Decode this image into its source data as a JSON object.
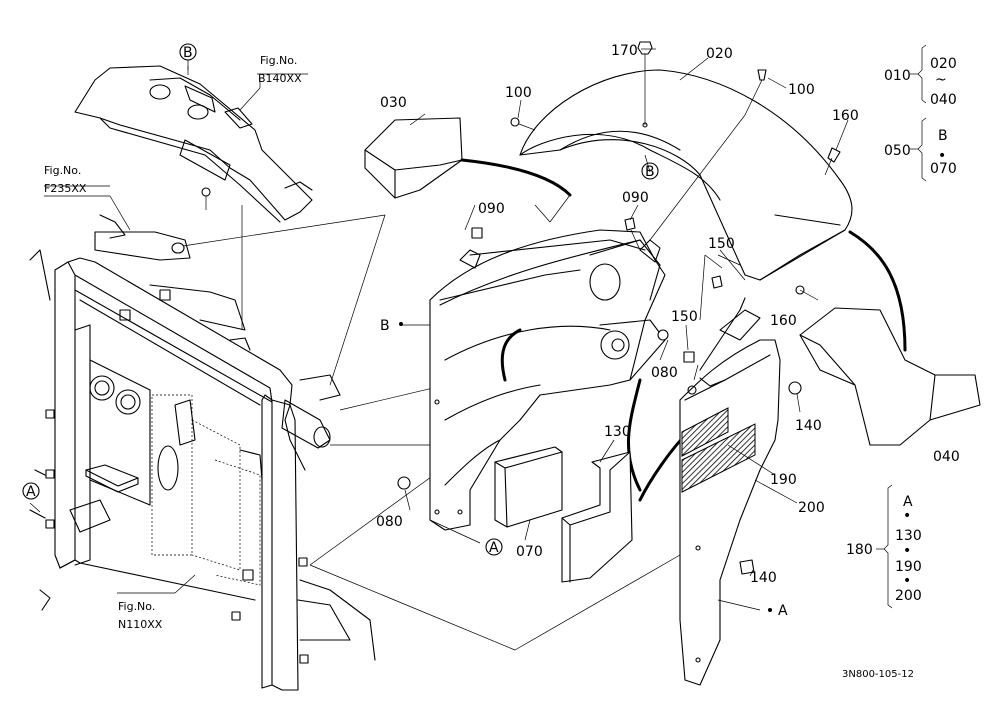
{
  "figure_refs": {
    "b140": {
      "line1": "Fig.No.",
      "line2": "B140XX"
    },
    "f235": {
      "line1": "Fig.No.",
      "line2": "F235XX"
    },
    "n110": {
      "line1": "Fig.No.",
      "line2": "N110XX"
    }
  },
  "parts": {
    "p010": "010",
    "p020": "020",
    "p020b": "020",
    "p030": "030",
    "p040": "040",
    "p040b": "040",
    "p050": "050",
    "p070": "070",
    "p070b": "070",
    "p080a": "080",
    "p080b": "080",
    "p090a": "090",
    "p090b": "090",
    "p100a": "100",
    "p100b": "100",
    "p130": "130",
    "p130b": "130",
    "p140a": "140",
    "p140b": "140",
    "p150a": "150",
    "p150b": "150",
    "p160a": "160",
    "p160b": "160",
    "p170": "170",
    "p180": "180",
    "p190": "190",
    "p190b": "190",
    "p200": "200",
    "p200b": "200"
  },
  "markers": {
    "A": "A",
    "B": "B",
    "tilde": "~",
    "dot": "•"
  },
  "diagram_code": "3N800-105-12"
}
